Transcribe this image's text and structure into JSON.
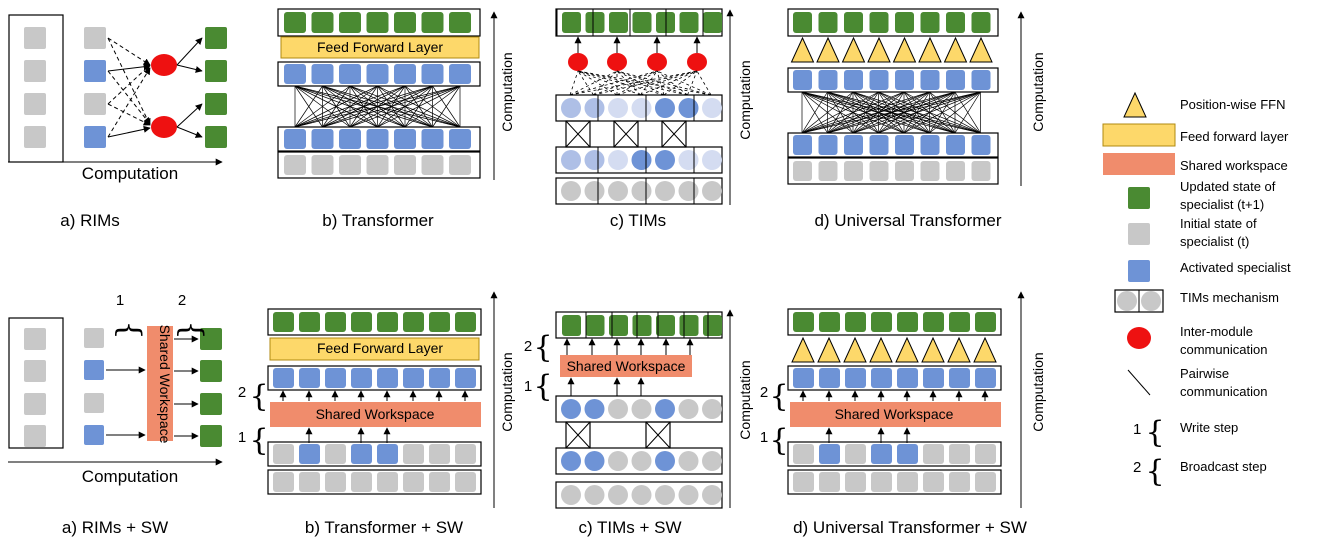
{
  "colors": {
    "green": "#4a8a32",
    "gray": "#c8c8c8",
    "blue": "#6e93d6",
    "light_blue": "#aebfe6",
    "pale_blue": "#d4dcf1",
    "red": "#ee1111",
    "yellow": "#fdd86a",
    "salmon": "#f08c6c"
  },
  "labels": {
    "computation": "Computation",
    "feed_forward_layer": "Feed Forward Layer",
    "shared_workspace": "Shared Workspace",
    "step_1": "1",
    "step_2": "2"
  },
  "captions": {
    "top": [
      "a) RIMs",
      "b) Transformer",
      "c) TIMs",
      "d) Universal Transformer"
    ],
    "bottom": [
      "a) RIMs + SW",
      "b) Transformer + SW",
      "c) TIMs + SW",
      "d) Universal Transformer + SW"
    ]
  },
  "legend": [
    {
      "icon": "triangle-icon",
      "text": [
        "Position-wise FFN"
      ]
    },
    {
      "icon": "yellow-bar-icon",
      "text": [
        "Feed forward layer"
      ]
    },
    {
      "icon": "salmon-bar-icon",
      "text": [
        "Shared workspace"
      ]
    },
    {
      "icon": "green-square-icon",
      "text": [
        "Updated state of",
        "specialist (t+1)"
      ]
    },
    {
      "icon": "gray-square-icon",
      "text": [
        "Initial state of",
        "specialist (t)"
      ]
    },
    {
      "icon": "blue-square-icon",
      "text": [
        "Activated specialist"
      ]
    },
    {
      "icon": "tims-ovals-icon",
      "text": [
        "TIMs mechanism"
      ]
    },
    {
      "icon": "red-dot-icon",
      "text": [
        "Inter-module",
        "communication"
      ]
    },
    {
      "icon": "line-icon",
      "text": [
        "Pairwise",
        "communication"
      ]
    },
    {
      "icon": "write-brace-icon",
      "text": [
        "Write step"
      ]
    },
    {
      "icon": "broadcast-brace-icon",
      "text": [
        "Broadcast step"
      ]
    }
  ]
}
